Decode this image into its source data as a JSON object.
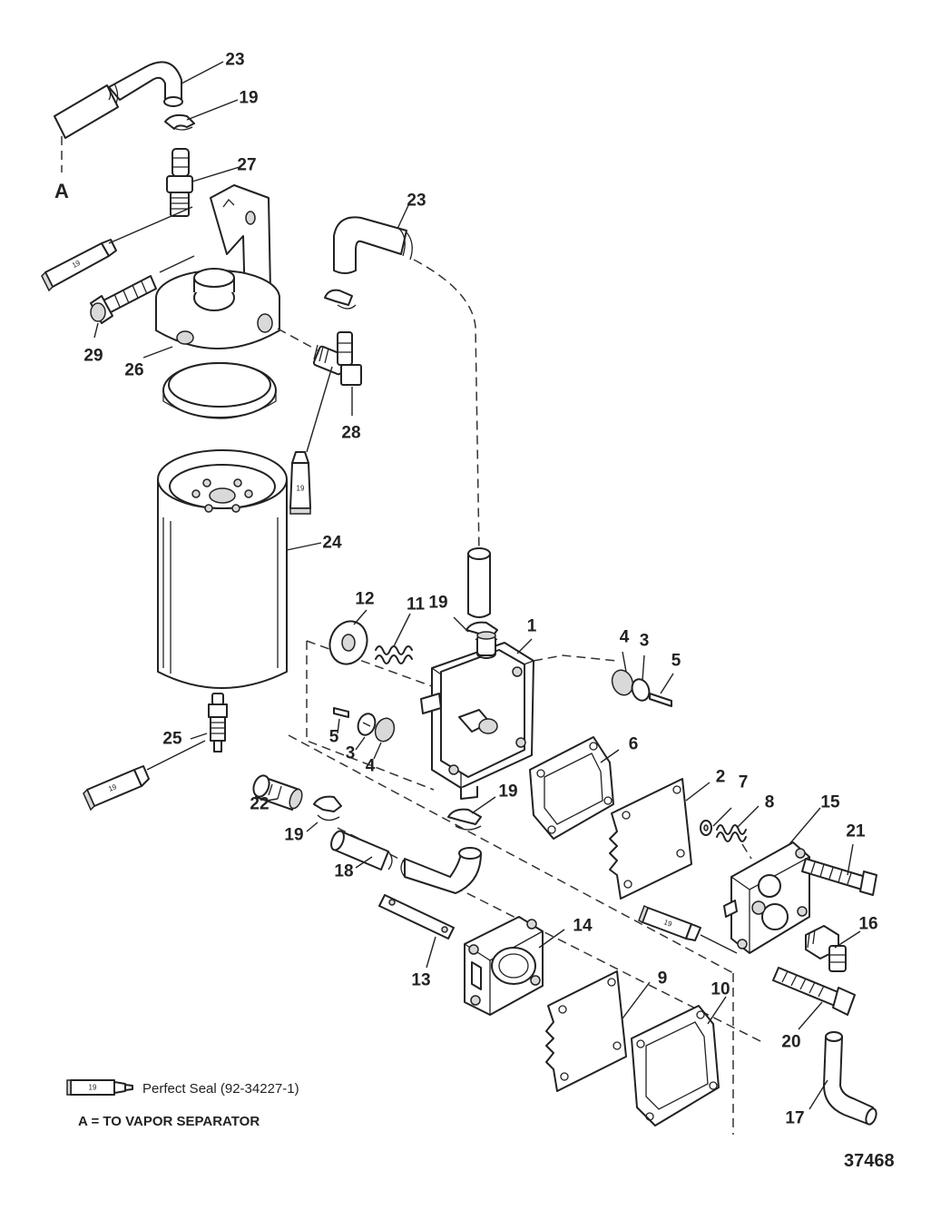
{
  "callouts": {
    "n23a": "23",
    "n19a": "19",
    "n27": "27",
    "n23b": "23",
    "n29": "29",
    "n26": "26",
    "n28": "28",
    "n24": "24",
    "n12": "12",
    "n11": "11",
    "n19b": "19",
    "n1": "1",
    "n4a": "4",
    "n3a": "3",
    "n5a": "5",
    "n5b": "5",
    "n3b": "3",
    "n4b": "4",
    "n25": "25",
    "n22": "22",
    "n19c": "19",
    "n19d": "19",
    "n6": "6",
    "n2": "2",
    "n7": "7",
    "n8": "8",
    "n15": "15",
    "n21": "21",
    "n18": "18",
    "n13": "13",
    "n14": "14",
    "n16": "16",
    "n9": "9",
    "n10": "10",
    "n20": "20",
    "n17": "17"
  },
  "tube_label": "19",
  "connector_label": "A",
  "legend": {
    "sealant_text": "Perfect Seal (92-34227-1)",
    "vapor_text": "A = TO VAPOR SEPARATOR"
  },
  "figure_number": "37468"
}
